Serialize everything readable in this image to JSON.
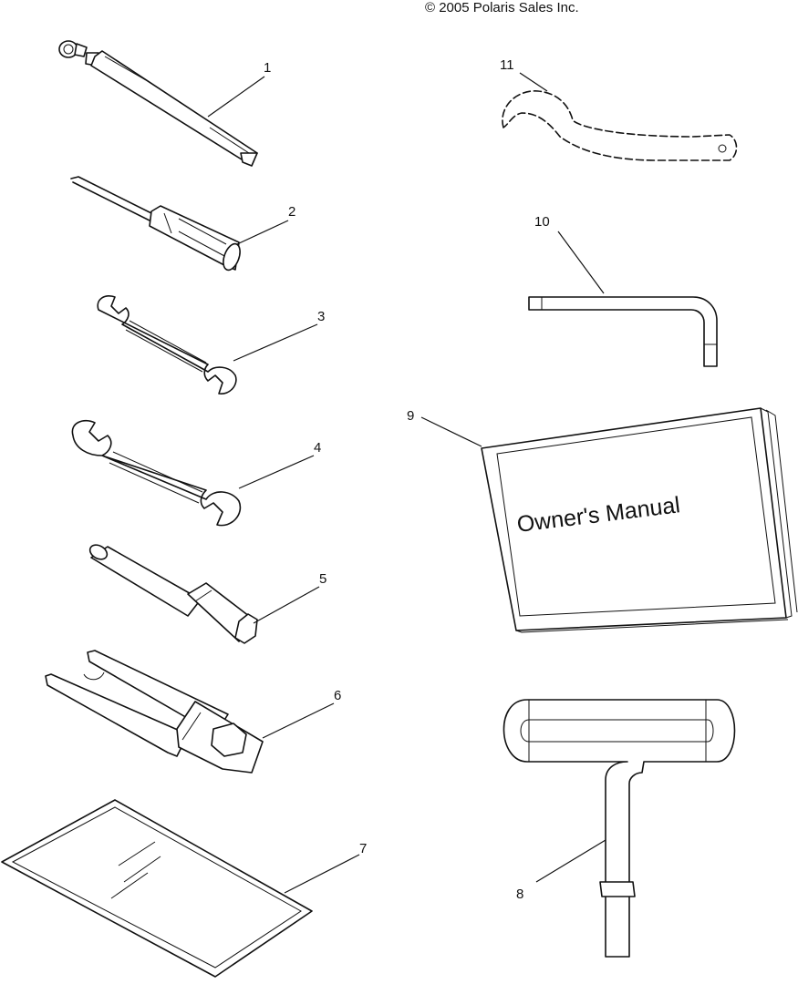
{
  "copyright": "© 2005 Polaris Sales Inc.",
  "manual_cover_text": "Owner's Manual",
  "callouts": {
    "c1": "1",
    "c2": "2",
    "c3": "3",
    "c4": "4",
    "c5": "5",
    "c6": "6",
    "c7": "7",
    "c8": "8",
    "c9": "9",
    "c10": "10",
    "c11": "11"
  }
}
